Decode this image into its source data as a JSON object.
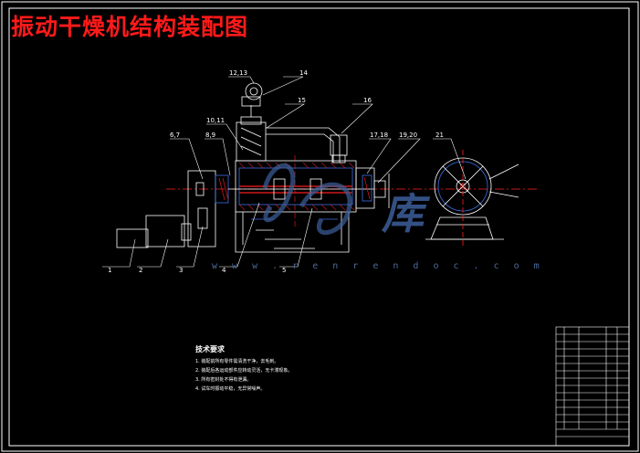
{
  "title": "振动干燥机结构装配图",
  "part_labels": [
    "1",
    "2",
    "3",
    "4",
    "5",
    "6,7",
    "8,9",
    "10,11",
    "12,13",
    "14",
    "15",
    "16",
    "17,18",
    "19,20",
    "21"
  ],
  "tech_requirements": {
    "heading": "技术要求",
    "items": [
      "1. 装配前所有零件需清洗干净，去毛刺。",
      "2. 装配后各运动部件应转动灵活，无卡滞现象。",
      "3. 所有密封处不得有泄漏。",
      "4. 试车时振动平稳，无异常噪声。"
    ]
  },
  "watermark": {
    "url": "w w w . r e n r e n d o c . c o m",
    "char": "库"
  },
  "colors": {
    "background": "#000000",
    "title": "#ff1a1a",
    "line": "#ffffff",
    "highlight": "#3f6fe0",
    "hatch": "#d01818",
    "centerline": "#ff2020"
  }
}
